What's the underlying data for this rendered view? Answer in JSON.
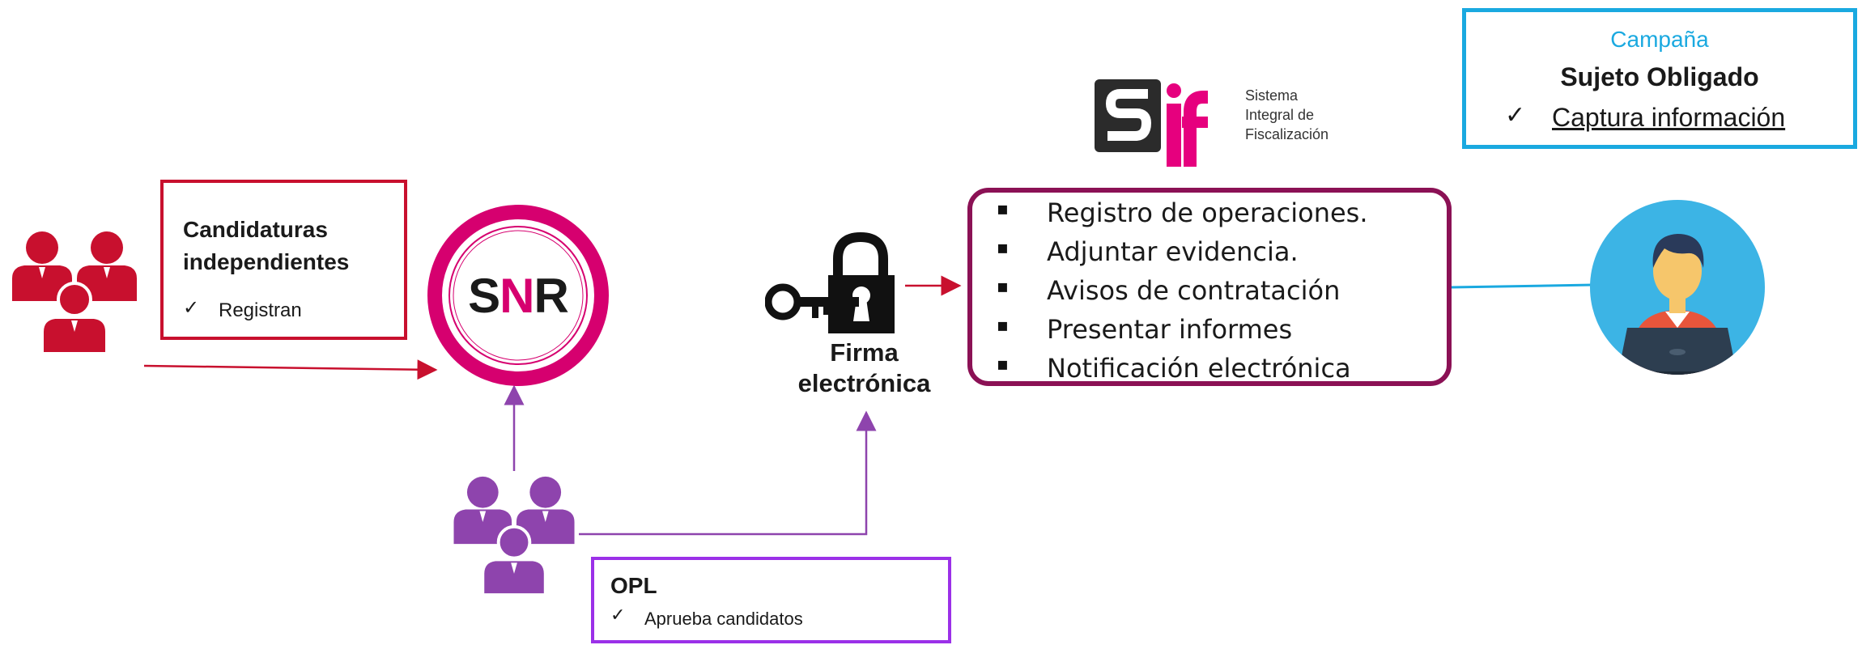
{
  "campaign_box": {
    "title": "Campaña",
    "subject": "Sujeto Obligado",
    "check": "✓",
    "action": "Captura información"
  },
  "sif": {
    "logo_line1": "Sistema",
    "logo_line2": "Integral de",
    "logo_line3": "Fiscalización"
  },
  "operations": {
    "bullet": "▪",
    "items": [
      "Registro de operaciones.",
      "Adjuntar evidencia.",
      "Avisos de contratación",
      "Presentar informes",
      "Notificación electrónica"
    ]
  },
  "candidatures_box": {
    "title_line1": "Candidaturas",
    "title_line2": "independientes",
    "check": "✓",
    "action": "Registran"
  },
  "snr": {
    "label_s": "S",
    "label_n": "N",
    "label_r": "R"
  },
  "firma": {
    "line1": "Firma",
    "line2": "electrónica"
  },
  "opl_box": {
    "title": "OPL",
    "check": "✓",
    "action": "Aprueba candidatos"
  },
  "colors": {
    "red": "#c8102e",
    "pink": "#d6006f",
    "purple": "#8e44ad",
    "purple_border": "#9b30e8",
    "maroon": "#8b1155",
    "cyan": "#1aa9e0",
    "avatar_bg": "#3cb4e5"
  }
}
